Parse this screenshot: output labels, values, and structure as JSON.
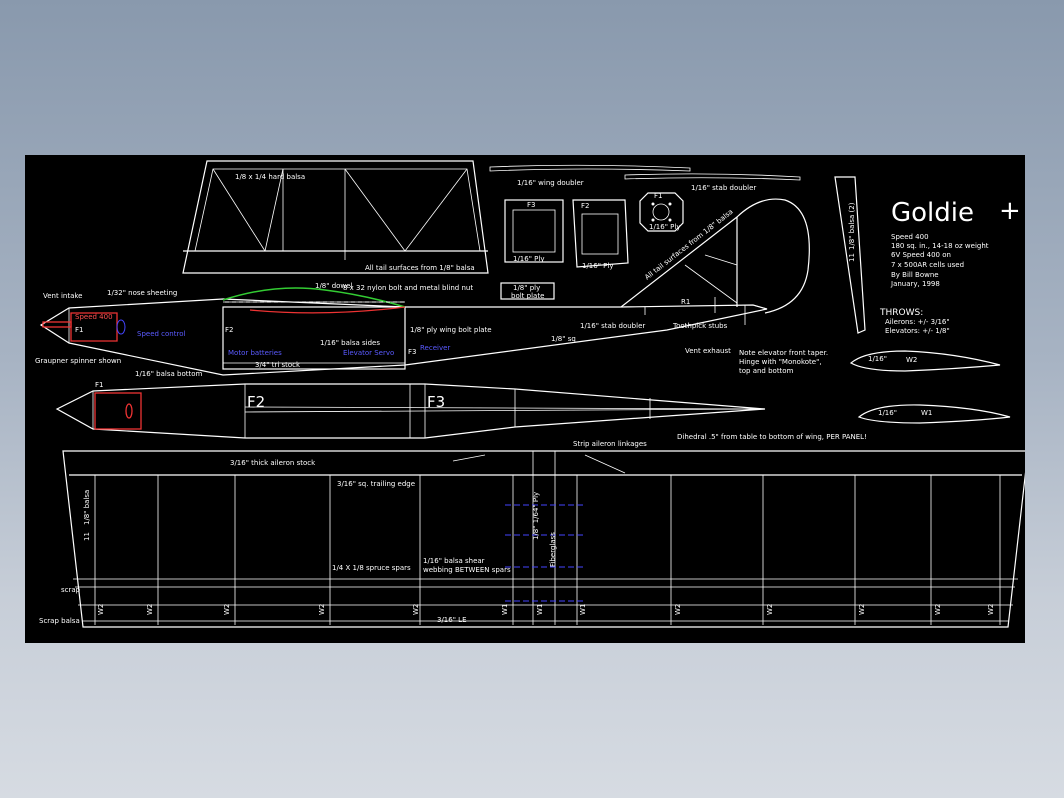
{
  "title": "Goldie",
  "title_plus": "+",
  "specs": [
    "Speed 400",
    "180 sq. in., 14-18 oz weight",
    "6V Speed 400 on",
    "7 x 500AR cells used",
    "By Bill Bowne",
    "January, 1998"
  ],
  "throws": {
    "heading": "THROWS:",
    "ailerons": "Ailerons: +/- 3/16\"",
    "elevators": "Elevators: +/- 1/8\""
  },
  "tail": {
    "hard_balsa": "1/8 x 1/4 hard balsa",
    "all_tail": "All tail surfaces from 1/8\" balsa",
    "wing_doubler": "1/16\" wing doubler",
    "stab_doubler": "1/16\" stab doubler",
    "tail_surfaces": "All tail surfaces from 1/8\" balsa",
    "fin_balsa": "1/8\" balsa (2)",
    "fin_11": "11"
  },
  "formers": {
    "f3": "F3",
    "f2": "F2",
    "f1": "F1",
    "f3_ply": "1/16\" Ply",
    "f2_ply": "1/16\" Ply",
    "f1_ply": "1/16\" Ply"
  },
  "fuselage": {
    "vent_intake": "Vent intake",
    "nose_sheeting": "1/32\" nose sheeting",
    "speed400": "Speed 400",
    "speed_control": "Speed control",
    "f1": "F1",
    "f2": "F2",
    "f3": "F3",
    "graupner": "Graupner spinner shown",
    "bottom": "1/16\" balsa bottom",
    "dowel": "1/8\" dowel",
    "nylon_bolt": "8 x 32 nylon bolt and metal blind nut",
    "ply_plate": "1/8\" ply",
    "bolt_plate": "bolt plate",
    "ply_wing_bolt": "1/8\" ply wing bolt plate",
    "balsa_sides": "1/16\" balsa sides",
    "motor_batteries": "Motor batteries",
    "elevator_servo": "Elevator Servo",
    "receiver": "Receiver",
    "tri_stock": "3/4\" tri stock",
    "stab_doubler2": "1/16\" stab doubler",
    "toothpick": "Toothpick stubs",
    "sq18": "1/8\" sq",
    "vent_exhaust": "Vent exhaust",
    "r1": "R1",
    "note1": "Note elevator front taper.",
    "note2": "Hinge with \"Monokote\",",
    "note3": "top and bottom"
  },
  "topview": {
    "f1": "F1",
    "f2": "F2",
    "f3": "F3"
  },
  "sections": {
    "w2": "W2",
    "w1": "W1",
    "s16a": "1/16\"",
    "s16b": "1/16\""
  },
  "dihedral": "Dihedral .5\" from table to bottom of wing, PER PANEL!",
  "wing": {
    "strip_aileron": "Strip aileron linkages",
    "aileron_stock": "3/16\" thick aileron stock",
    "trailing_edge": "3/16\" sq. trailing edge",
    "balsa_tip": "1/8\" balsa",
    "tip11": "11",
    "spruce": "1/4 X 1/8 spruce spars",
    "shear1": "1/16\" balsa shear",
    "shear2": "webbing BETWEEN spars",
    "le": "3/16\" LE",
    "scrap": "scrap",
    "scrap_balsa": "Scrap balsa",
    "fiberglass": "Fiberglass",
    "ply_joiner": "1/8\" 1/64\" Ply",
    "ribs": [
      "W2",
      "W2",
      "W2",
      "W2",
      "W2",
      "W1",
      "W1",
      "W1",
      "W2",
      "W2",
      "W2",
      "W2",
      "W2"
    ]
  }
}
